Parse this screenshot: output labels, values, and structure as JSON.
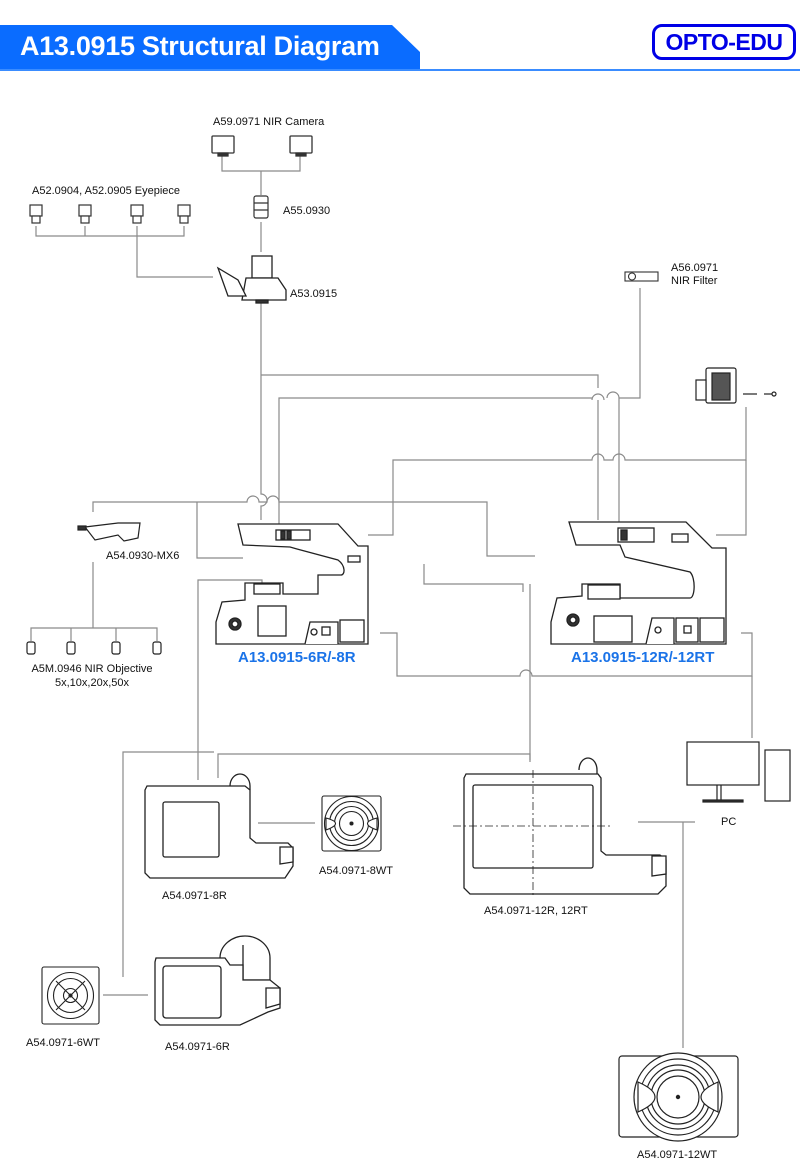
{
  "header": {
    "title": "A13.0915 Structural Diagram",
    "brand_logo": "OPTO-EDU",
    "accent_color": "#0a6cff",
    "logo_color": "#0000e6"
  },
  "components": {
    "nir_camera": "A59.0971 NIR Camera",
    "eyepiece": "A52.0904, A52.0905 Eyepiece",
    "c_mount": "A55.0930",
    "head": "A53.0915",
    "nir_filter_code": "A56.0971",
    "nir_filter_name": "NIR Filter",
    "nosepiece": "A54.0930-MX6",
    "objective_code": "A5M.0946 NIR Objective",
    "objective_mags": "5x,10x,20x,50x",
    "stage_8r": "A54.0971-8R",
    "wafer_8wt": "A54.0971-8WT",
    "stage_12r": "A54.0971-12R, 12RT",
    "pc": "PC",
    "wafer_6wt": "A54.0971-6WT",
    "stage_6r": "A54.0971-6R",
    "wafer_12wt": "A54.0971-12WT"
  },
  "models": {
    "left": "A13.0915-6R/-8R",
    "right": "A13.0915-12R/-12RT",
    "label_color": "#1a73e8"
  }
}
